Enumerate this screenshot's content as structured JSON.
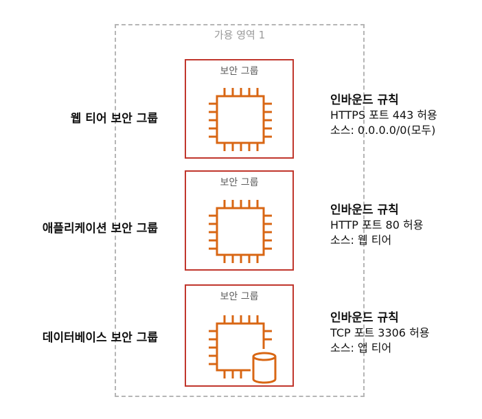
{
  "availability_zone": {
    "label": "가용 영역 1"
  },
  "security_groups": [
    {
      "tier_label": "웹 티어 보안 그룹",
      "box_label": "보안 그룹",
      "icon": "ec2-instance-icon",
      "rules": {
        "title": "인바운드 규칙",
        "line1": "HTTPS 포트 443 허용",
        "line2": "소스: 0.0.0.0/0(모두)"
      }
    },
    {
      "tier_label": "애플리케이션 보안 그룹",
      "box_label": "보안 그룹",
      "icon": "ec2-instance-icon",
      "rules": {
        "title": "인바운드 규칙",
        "line1": "HTTP 포트 80 허용",
        "line2": "소스: 웹 티어"
      }
    },
    {
      "tier_label": "데이터베이스 보안 그룹",
      "box_label": "보안 그룹",
      "icon": "ec2-db-instance-icon",
      "rules": {
        "title": "인바운드 규칙",
        "line1": "TCP 포트 3306 허용",
        "line2": "소스: 앱 티어"
      }
    }
  ],
  "colors": {
    "security_group_border": "#c0352b",
    "icon_orange": "#d86613",
    "zone_border": "#b5b5b5"
  }
}
